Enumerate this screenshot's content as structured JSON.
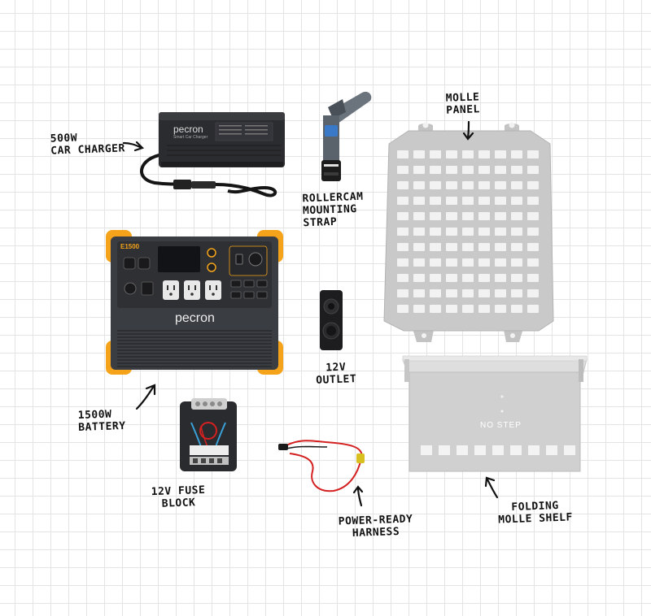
{
  "labels": {
    "car_charger": "500W\nCAR CHARGER",
    "strap": "ROLLERCAM\nMOUNTING\nSTRAP",
    "molle_panel": "MOLLE\nPANEL",
    "outlet": "12V\nOUTLET",
    "battery": "1500W\nBATTERY",
    "fuse_block": "12V FUSE\nBLOCK",
    "harness": "POWER-READY\nHARNESS",
    "shelf": "FOLDING\nMOLLE SHELF"
  },
  "product_text": {
    "charger_brand": "pecron",
    "charger_sub": "Smart Car Charger",
    "battery_brand": "pecron",
    "battery_model": "E1500",
    "shelf_stencil": "NO STEP"
  },
  "colors": {
    "accent_orange": "#f5a31a",
    "battery_body": "#3a3d42",
    "panel_gray": "#c9c9c9",
    "shelf_gray": "#d3d3d3",
    "harness_red": "#d42020",
    "strap_gray": "#5d6670"
  }
}
